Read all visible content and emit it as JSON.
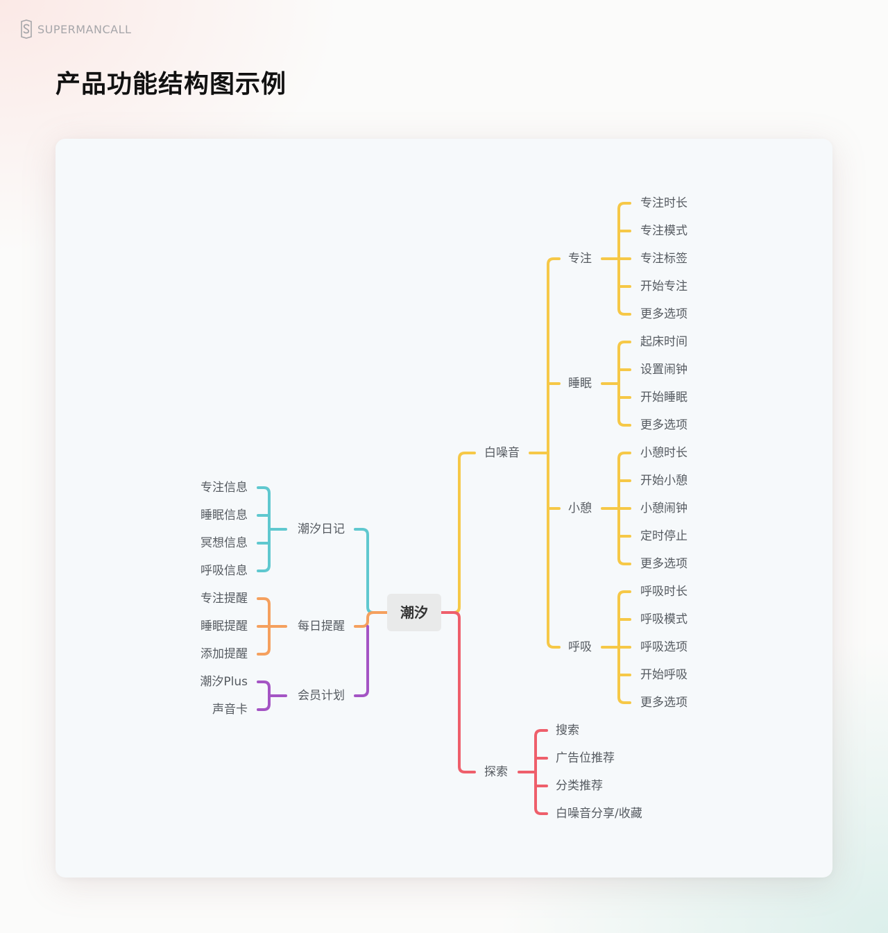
{
  "brand": {
    "name": "SUPERMANCALL",
    "logo_icon": "s-logo-icon"
  },
  "page_title": "产品功能结构图示例",
  "colors": {
    "yellow": "#f6c847",
    "red": "#ee5f6b",
    "cyan": "#5fc8cf",
    "orange": "#f5a05e",
    "purple": "#a454c4"
  },
  "mindmap": {
    "root": "潮汐",
    "right": [
      {
        "label": "白噪音",
        "color": "yellow",
        "children": [
          {
            "label": "专注",
            "children": [
              "专注时长",
              "专注模式",
              "专注标签",
              "开始专注",
              "更多选项"
            ]
          },
          {
            "label": "睡眠",
            "children": [
              "起床时间",
              "设置闹钟",
              "开始睡眠",
              "更多选项"
            ]
          },
          {
            "label": "小憩",
            "children": [
              "小憩时长",
              "开始小憩",
              "小憩闹钟",
              "定时停止",
              "更多选项"
            ]
          },
          {
            "label": "呼吸",
            "children": [
              "呼吸时长",
              "呼吸模式",
              "呼吸选项",
              "开始呼吸",
              "更多选项"
            ]
          }
        ]
      },
      {
        "label": "探索",
        "color": "red",
        "children": [
          {
            "label": "搜索"
          },
          {
            "label": "广告位推荐"
          },
          {
            "label": "分类推荐"
          },
          {
            "label": "白噪音分享/收藏"
          }
        ]
      }
    ],
    "left": [
      {
        "label": "潮汐日记",
        "color": "cyan",
        "children": [
          "专注信息",
          "睡眠信息",
          "冥想信息",
          "呼吸信息"
        ]
      },
      {
        "label": "每日提醒",
        "color": "orange",
        "children": [
          "专注提醒",
          "睡眠提醒",
          "添加提醒"
        ]
      },
      {
        "label": "会员计划",
        "color": "purple",
        "children": [
          "潮汐Plus",
          "声音卡"
        ]
      }
    ]
  }
}
